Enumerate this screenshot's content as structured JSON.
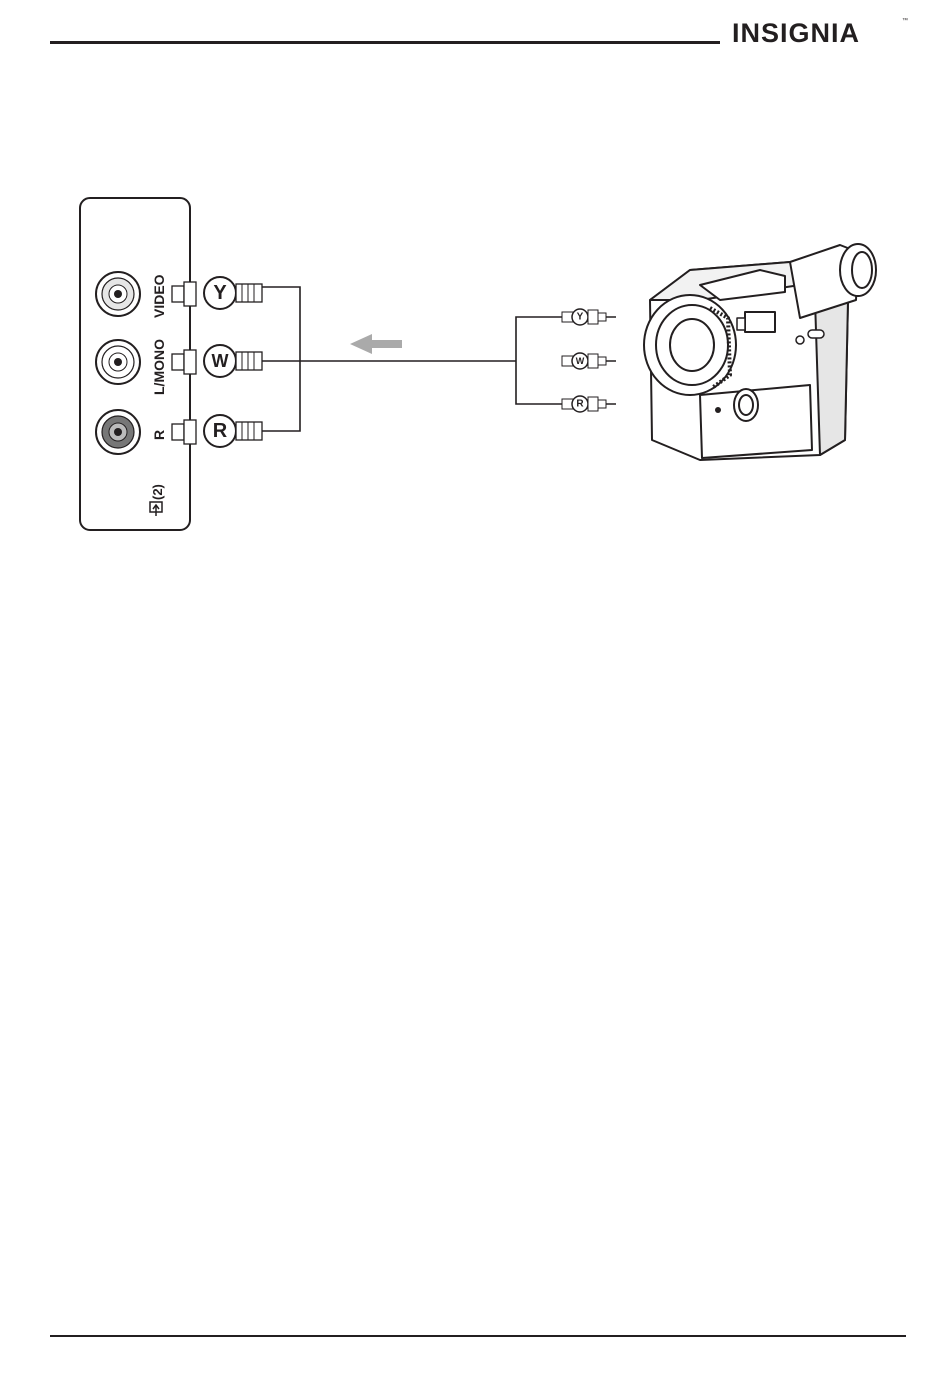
{
  "header": {
    "logo_text": "INSIGNIA",
    "logo_tm": "™"
  },
  "panel": {
    "jacks": [
      {
        "label": "VIDEO",
        "plug_letter": "Y",
        "color": "#ffffff"
      },
      {
        "label": "L/MONO",
        "plug_letter": "W",
        "color": "#ffffff"
      },
      {
        "label": "R",
        "plug_letter": "R",
        "color": "#888888"
      }
    ],
    "input_label": "(2)",
    "input_icon": "input-arrow-icon"
  },
  "camcorder": {
    "plug_letters": [
      "Y",
      "W",
      "R"
    ]
  },
  "signal_arrow": "left-arrow-icon"
}
